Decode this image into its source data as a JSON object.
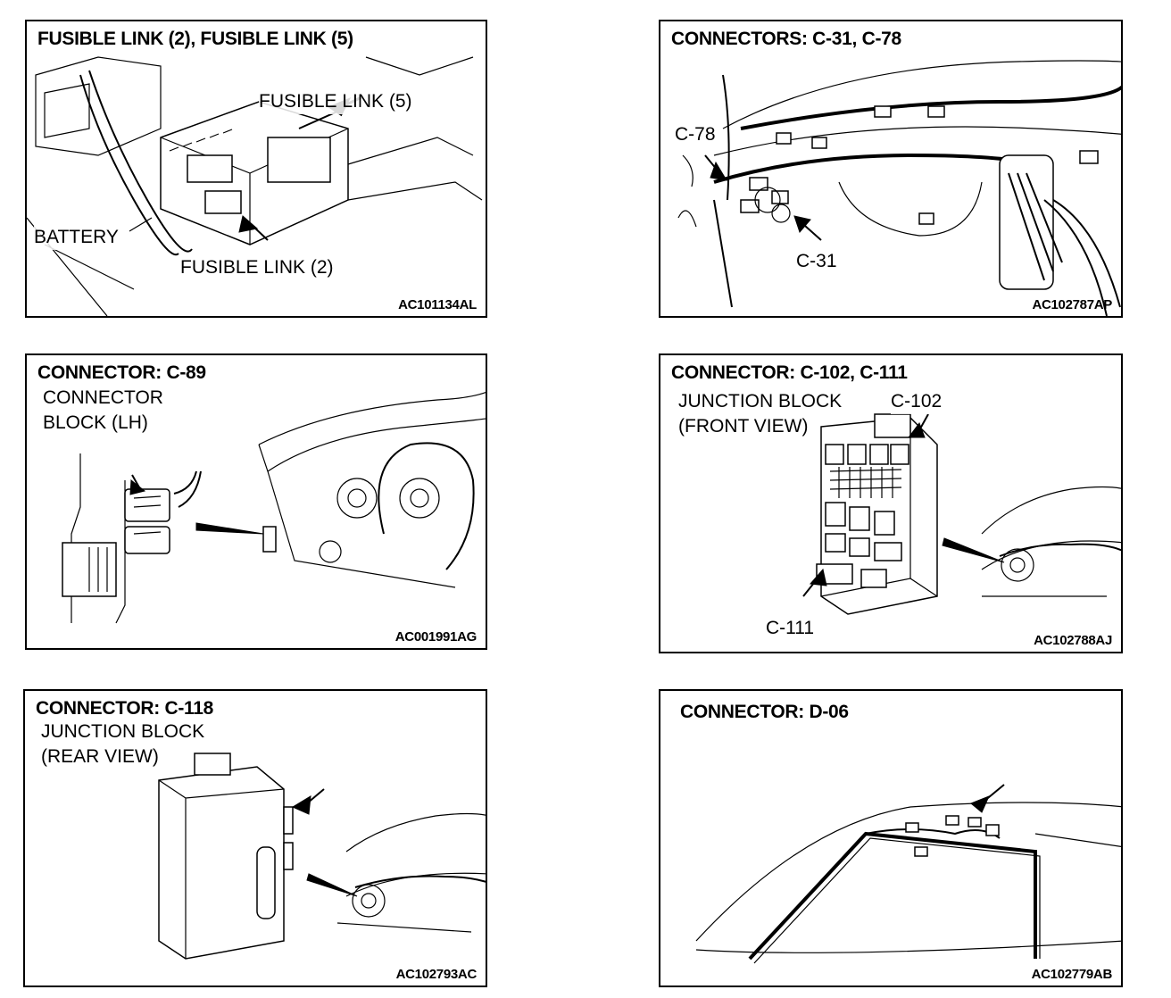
{
  "panels": [
    {
      "title": "FUSIBLE LINK (2), FUSIBLE LINK (5)",
      "labels": [
        "FUSIBLE LINK (5)",
        "BATTERY",
        "FUSIBLE LINK (2)"
      ],
      "code": "AC101134AL"
    },
    {
      "title": "CONNECTORS: C-31, C-78",
      "labels": [
        "C-78",
        "C-31"
      ],
      "code": "AC102787AP"
    },
    {
      "title": "CONNECTOR: C-89",
      "labels": [
        "CONNECTOR",
        "BLOCK (LH)"
      ],
      "code": "AC001991AG"
    },
    {
      "title": "CONNECTOR: C-102, C-111",
      "labels": [
        "JUNCTION BLOCK",
        "(FRONT VIEW)",
        "C-102",
        "C-111"
      ],
      "code": "AC102788AJ"
    },
    {
      "title": "CONNECTOR: C-118",
      "labels": [
        "JUNCTION BLOCK",
        "(REAR VIEW)"
      ],
      "code": "AC102793AC"
    },
    {
      "title": "CONNECTOR: D-06",
      "labels": [],
      "code": "AC102779AB"
    }
  ]
}
